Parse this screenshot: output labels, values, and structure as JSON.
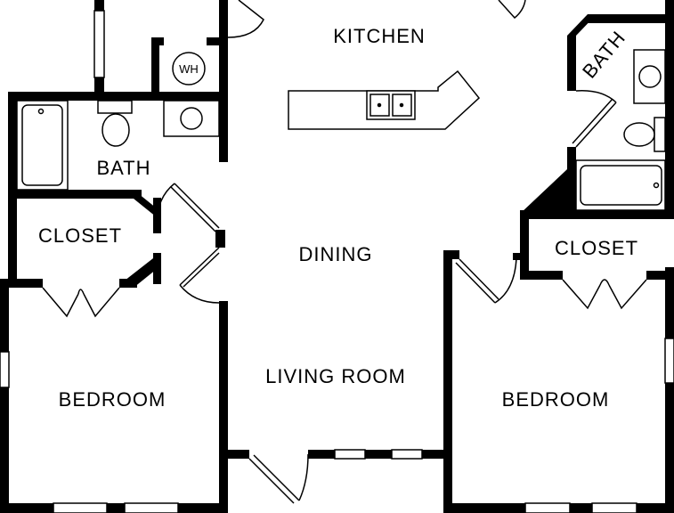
{
  "rooms": {
    "kitchen": "KITCHEN",
    "bath_left": "BATH",
    "bath_right": "BATH",
    "closet_left": "CLOSET",
    "closet_right": "CLOSET",
    "dining": "DINING",
    "living_room": "LIVING ROOM",
    "bedroom_left": "BEDROOM",
    "bedroom_right": "BEDROOM"
  },
  "fixtures": {
    "water_heater": "WH"
  },
  "colors": {
    "wall": "#000000",
    "line": "#000000",
    "background": "#ffffff"
  }
}
